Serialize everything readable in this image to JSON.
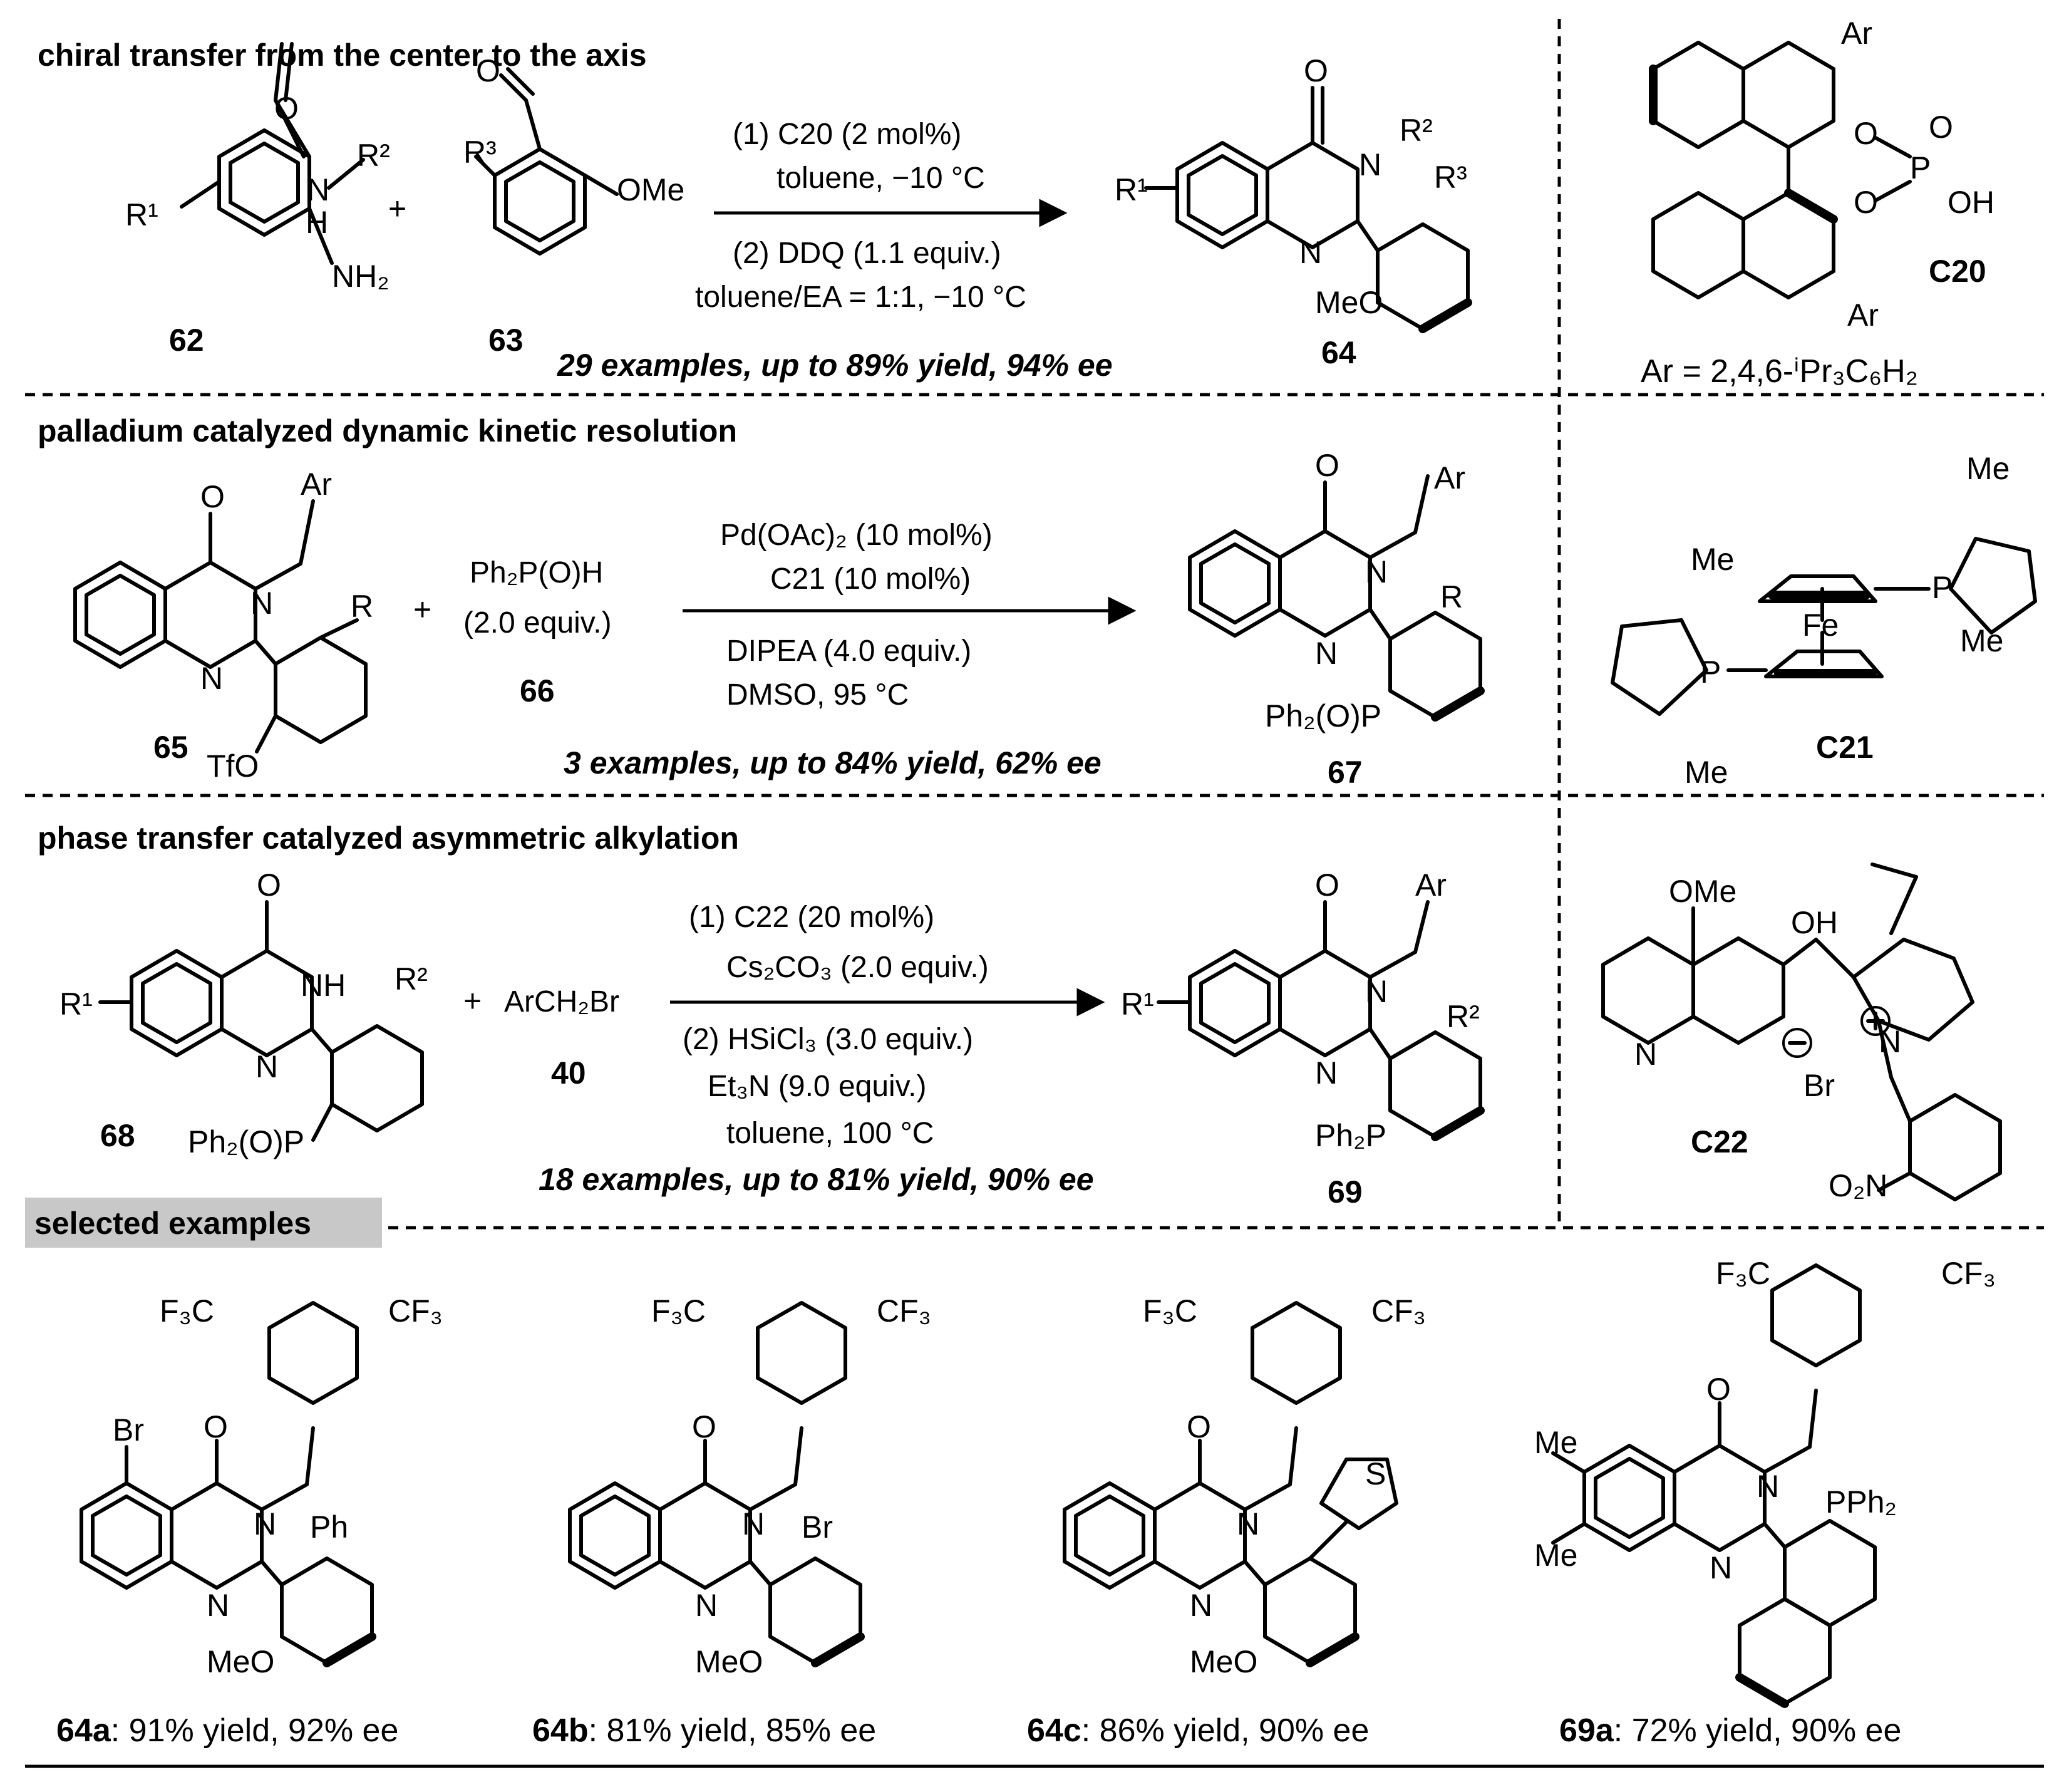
{
  "colors": {
    "red_ring": "#d9707c",
    "yellow_ring": "#f3c22a",
    "highlight_gray": "#c8c8c8"
  },
  "sections": {
    "s1": {
      "heading": "chiral transfer from the center to the axis",
      "c1": "(1) C20 (2 mol%)",
      "c2": "toluene, −10 °C",
      "c3": "(2) DDQ (1.1 equiv.)",
      "c4": "toluene/EA = 1:1, −10 °C",
      "summary": "29 examples, up to 89% yield, 94% ee",
      "n62": "62",
      "n63": "63",
      "n64": "64"
    },
    "s2": {
      "heading": "palladium catalyzed dynamic kinetic resolution",
      "reagent": "Ph₂P(O)H",
      "reagent_eq": "(2.0 equiv.)",
      "c1": "Pd(OAc)₂ (10 mol%)",
      "c2": "C21 (10 mol%)",
      "c3": "DIPEA (4.0 equiv.)",
      "c4": "DMSO, 95 °C",
      "summary": "3 examples, up to 84% yield, 62% ee",
      "n65": "65",
      "n66": "66",
      "n67": "67"
    },
    "s3": {
      "heading": "phase transfer catalyzed asymmetric alkylation",
      "reagent": "ArCH₂Br",
      "c1": "(1) C22 (20 mol%)",
      "c2": "Cs₂CO₃ (2.0 equiv.)",
      "c3": "(2) HSiCl₃ (3.0 equiv.)",
      "c4": "Et₃N (9.0 equiv.)",
      "c5": "toluene, 100 °C",
      "summary": "18 examples, up to 81% yield, 90% ee",
      "n68": "68",
      "n40": "40",
      "n69": "69"
    },
    "catalysts": {
      "c20_label": "C20",
      "c20_ar": "Ar = 2,4,6-ⁱPr₃C₆H₂",
      "c21_label": "C21",
      "c22_label": "C22"
    },
    "selected": {
      "heading": "selected examples",
      "e1_id": "64a",
      "e1_text": ": 91% yield, 92% ee",
      "e2_id": "64b",
      "e2_text": ": 81% yield, 85% ee",
      "e3_id": "64c",
      "e3_text": ": 86% yield, 90% ee",
      "e4_id": "69a",
      "e4_text": ": 72% yield, 90% ee"
    }
  },
  "atoms": {
    "O": "O",
    "N": "N",
    "H": "H",
    "P": "P",
    "S": "S",
    "Fe": "Fe",
    "OH": "OH",
    "Br": "Br",
    "Me": "Me",
    "Ar": "Ar",
    "Ph": "Ph",
    "OMe": "OMe",
    "MeO": "MeO",
    "NH2": "NH₂",
    "NH": "NH",
    "TfO": "TfO",
    "R": "R",
    "R1": "R¹",
    "R2": "R²",
    "R3": "R³",
    "CF3": "CF₃",
    "F3C": "F₃C",
    "Ph2OP": "Ph₂(O)P",
    "Ph2P": "Ph₂P",
    "PPh2": "PPh₂",
    "O2N": "O₂N",
    "plus": "+"
  }
}
